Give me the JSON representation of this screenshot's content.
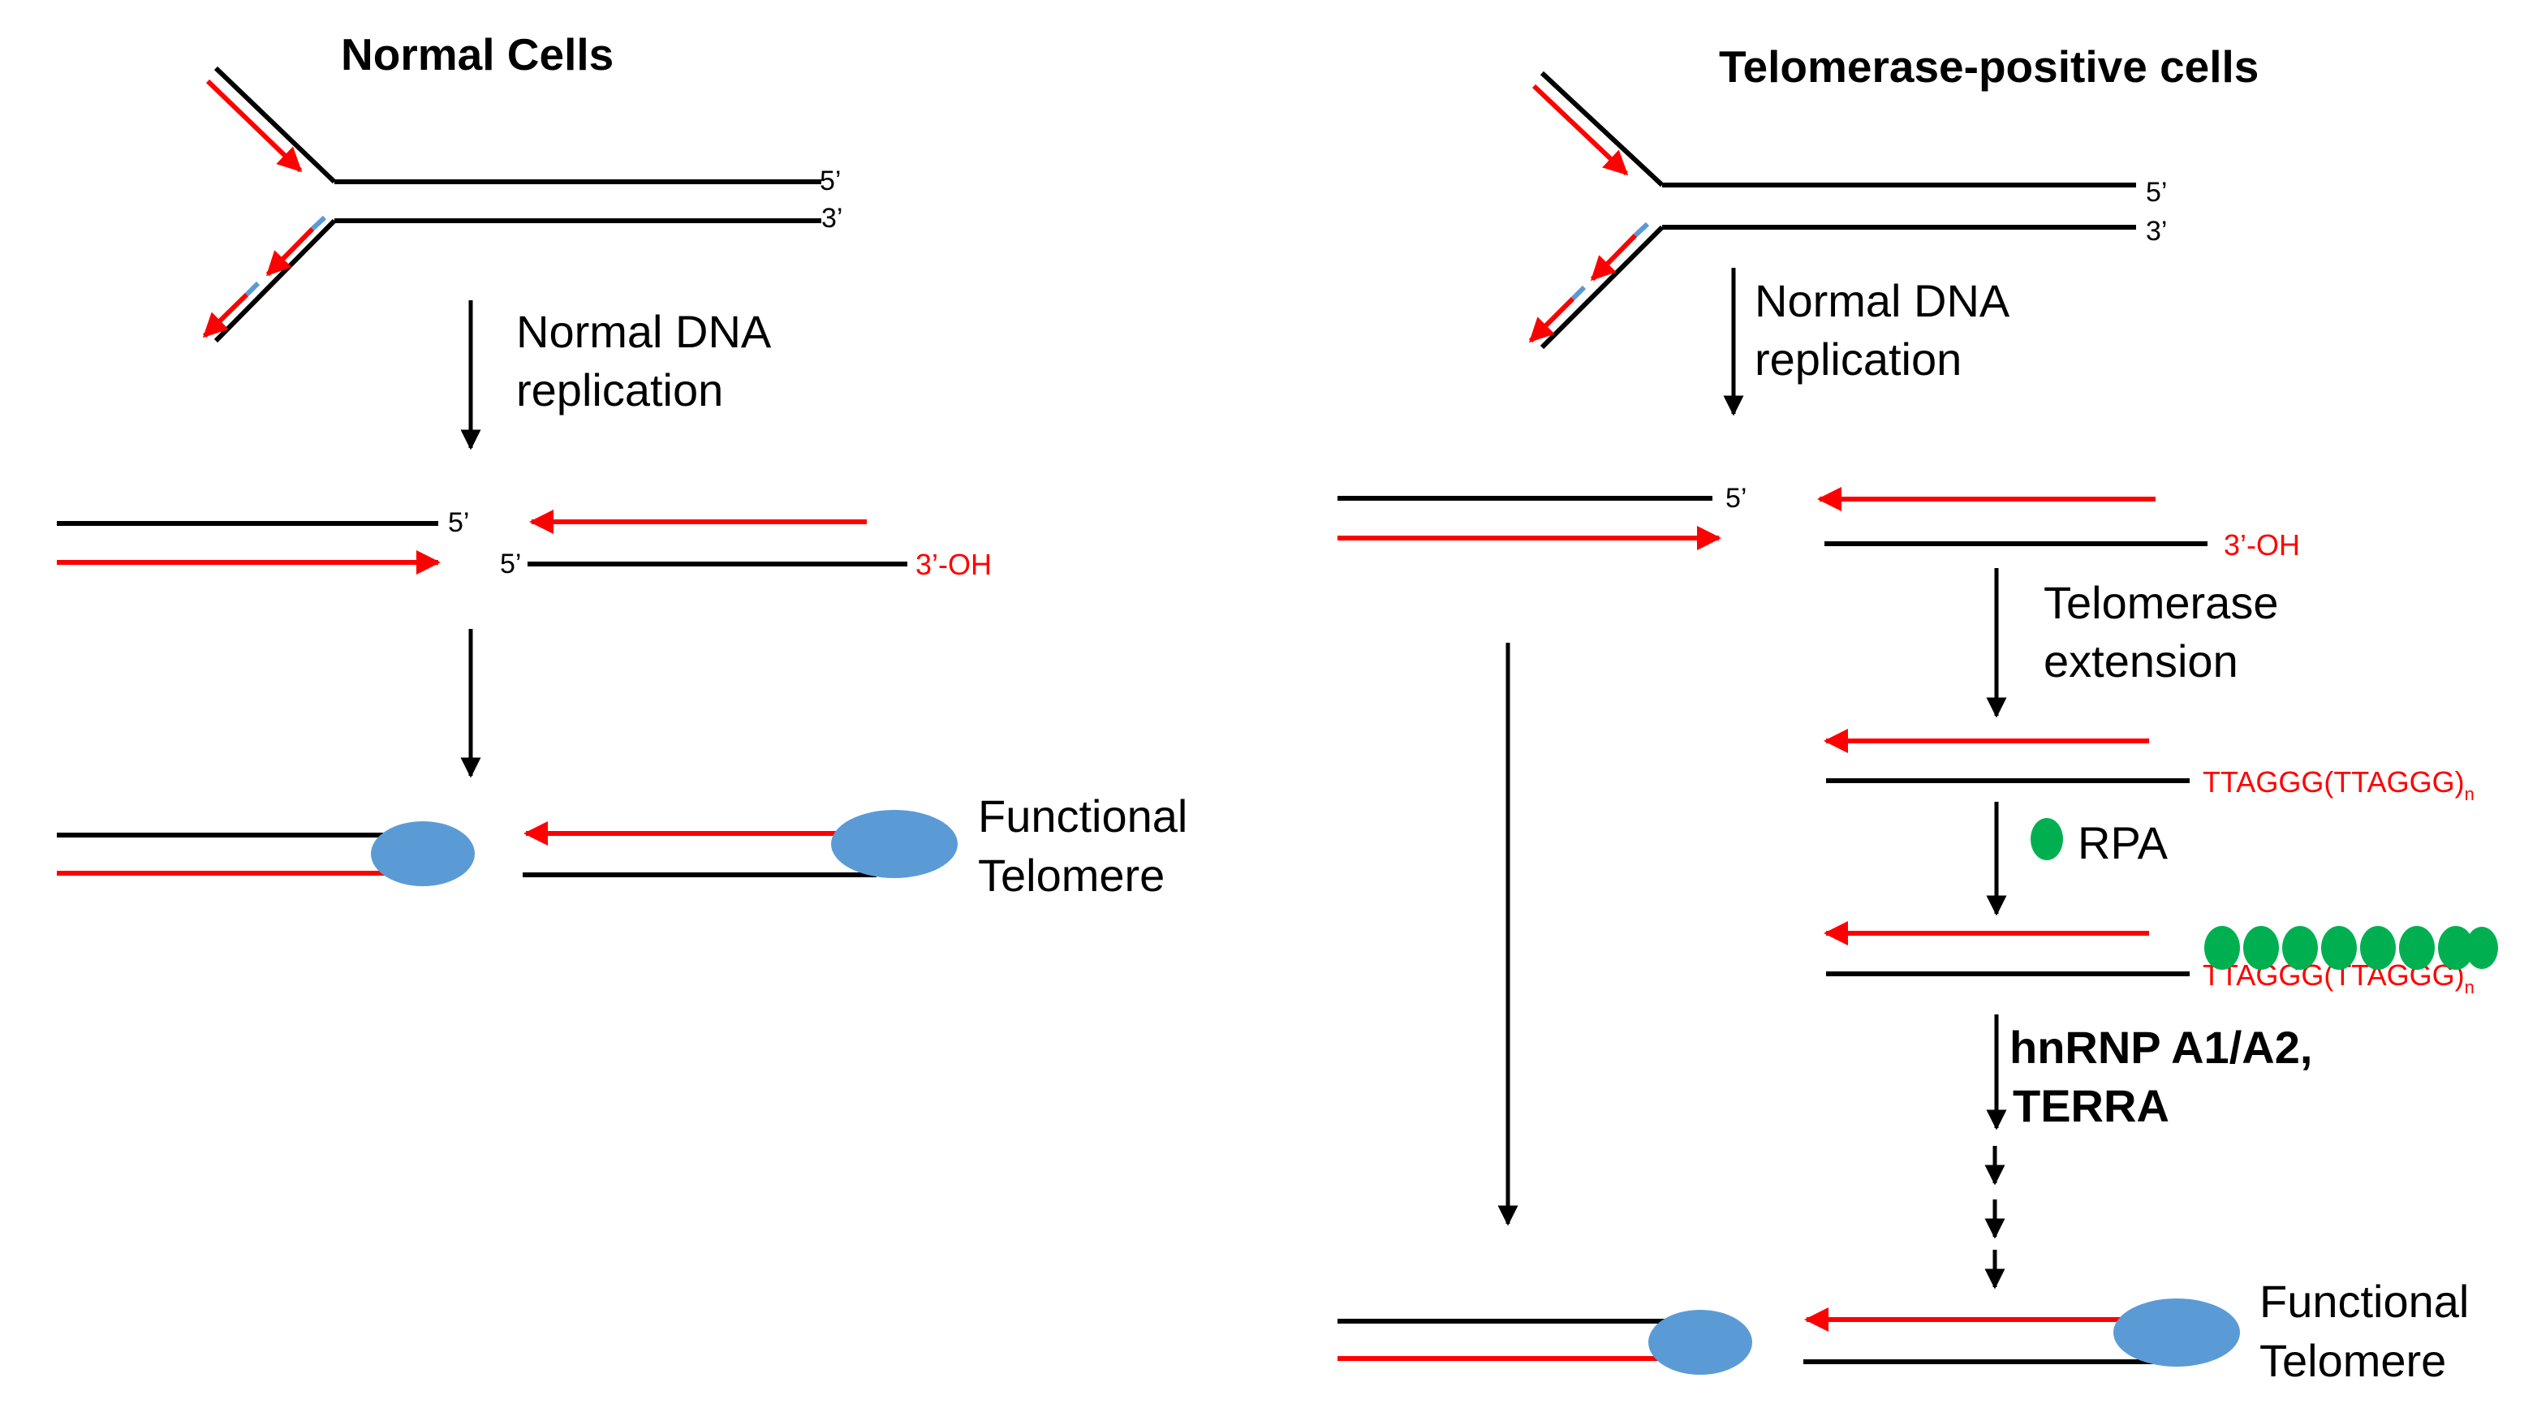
{
  "left_panel": {
    "title": "Normal Cells",
    "end_5_top": "5’",
    "end_3_top": "3’",
    "step1_line1": "Normal DNA",
    "step1_line2": "replication",
    "end_5_a": "5’",
    "end_5_b": "5’",
    "end_3oh": "3’-OH",
    "result_line1": "Functional",
    "result_line2": "Telomere"
  },
  "right_panel": {
    "title": "Telomerase-positive cells",
    "end_5_top": "5’",
    "end_3_top": "3’",
    "step1_line1": "Normal DNA",
    "step1_line2": "replication",
    "end_5": "5’",
    "end_3oh": "3’-OH",
    "step2_line1": "Telomerase",
    "step2_line2": "extension",
    "repeat_seq": "TTAGGG(TTAGGG)",
    "repeat_sub": "n",
    "rpa_label": "RPA",
    "repeat_seq_2": "TTAGGG(TTAGGG)",
    "repeat_sub_2": "n",
    "step3_line1": "hnRNP A1/A2,",
    "step3_line2": "TERRA",
    "result_line1": "Functional",
    "result_line2": "Telomere"
  },
  "colors": {
    "dna_strand": "#000000",
    "new_strand": "#ff0000",
    "primer": "#5b9bd5",
    "shelterin": "#5b9bd5",
    "rpa": "#00b050",
    "label_red": "#ff0000"
  },
  "icons": {
    "replication_fork": "replication-fork-icon",
    "shelterin_cap": "shelterin-cap-icon",
    "rpa_protein": "rpa-protein-icon"
  }
}
